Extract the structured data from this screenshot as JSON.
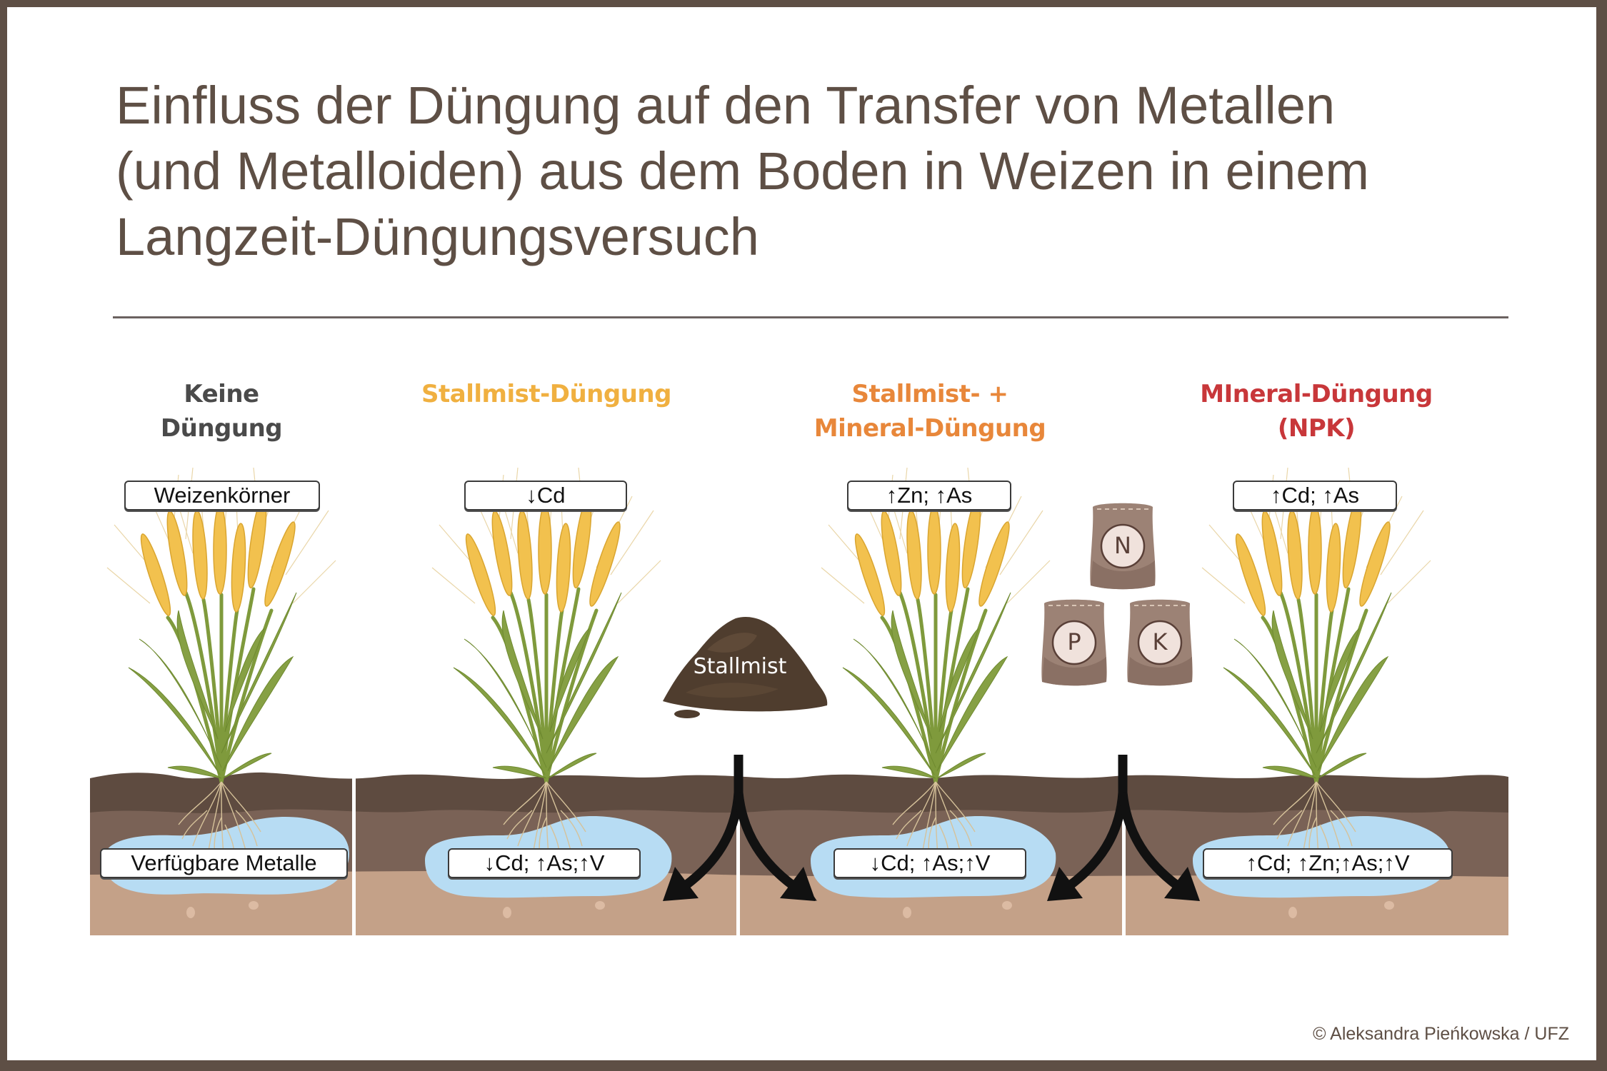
{
  "title": {
    "lines": [
      "Einfluss der Düngung auf den Transfer von Metallen",
      "(und Metalloiden) aus dem Boden in Weizen in einem",
      "Langzeit-Düngungsversuch"
    ]
  },
  "colors": {
    "frame": "#5e4f45",
    "title_text": "#5e4f45",
    "keine": "#4a4a4a",
    "stallmist": "#f0b040",
    "stallmist_mineral": "#e8873a",
    "mineral": "#c8373a",
    "soil_top": "#5e4b40",
    "soil_mid": "#7a6256",
    "soil_bottom": "#c4a188",
    "water": "#b7dcf3",
    "grain": "#f2c14e",
    "stem": "#7f9a3c"
  },
  "panels": [
    {
      "heading": [
        "Keine",
        "Düngung"
      ],
      "grain_label": "Weizenkörner",
      "soil_label": "Verfügbare Metalle"
    },
    {
      "heading": [
        "Stallmist-Düngung"
      ],
      "grain_label": "↓Cd",
      "soil_label": "↓Cd; ↑As;↑V"
    },
    {
      "heading": [
        "Stallmist- +",
        "Mineral-Düngung"
      ],
      "grain_label": "↑Zn; ↑As",
      "soil_label": "↓Cd; ↑As;↑V"
    },
    {
      "heading": [
        "MIneral-Düngung",
        "(NPK)"
      ],
      "grain_label": "↑Cd; ↑As",
      "soil_label": "↑Cd; ↑Zn;↑As;↑V"
    }
  ],
  "inputs": {
    "manure_label": "Stallmist",
    "fertilizer_bags": [
      "N",
      "P",
      "K"
    ]
  },
  "credit": "© Aleksandra Pieńkowska / UFZ"
}
